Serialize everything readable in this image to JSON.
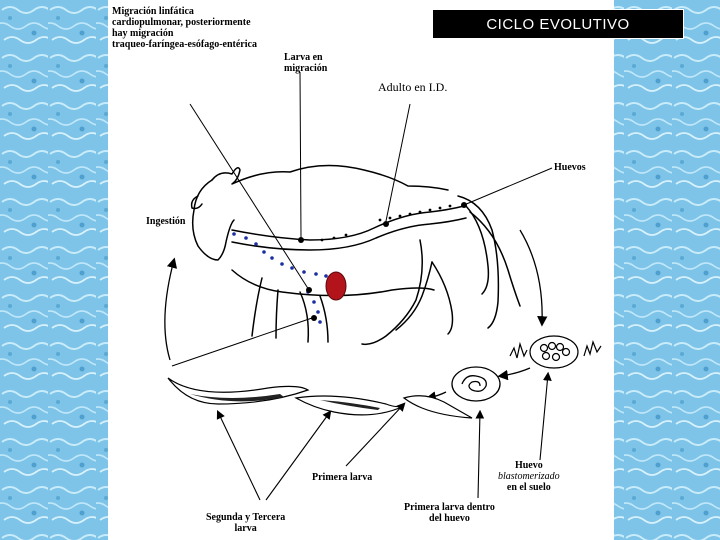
{
  "header": {
    "title": "CICLO EVOLUTIVO"
  },
  "labels": {
    "migracion": [
      "Migración linfática",
      "cardiopulmonar, posteriormente",
      "hay migración",
      "traqueo-faríngea-esófago-entérica"
    ],
    "larva_migracion": [
      "Larva en",
      "migración"
    ],
    "adulto": "Adulto en I.D.",
    "huevos": "Huevos",
    "ingestion": "Ingestión",
    "huevo_suelo": [
      "Huevo",
      "blastomerizado",
      "en el suelo"
    ],
    "primera_larva": "Primera larva",
    "primera_larva_huevo": [
      "Primera larva dentro",
      "del huevo"
    ],
    "segunda_tercera": [
      "Segunda y Tercera",
      "larva"
    ]
  },
  "colors": {
    "background": "#7ec3e8",
    "panel": "#ffffff",
    "title_bg": "#000000",
    "migration_path": "#1b2fa0",
    "organ": "#b3141b"
  }
}
